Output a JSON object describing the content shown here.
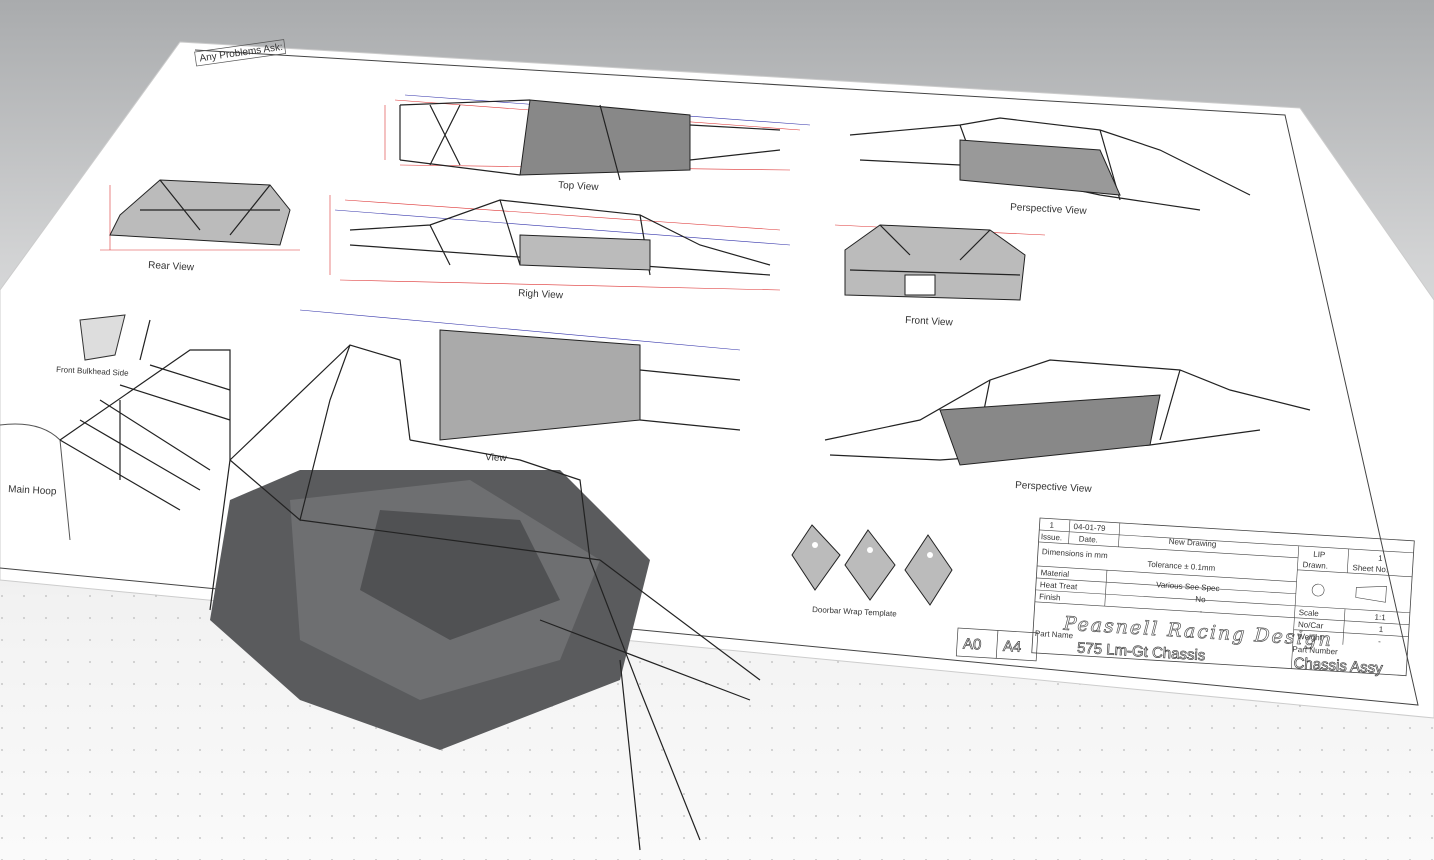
{
  "sheet": {
    "corner_note": "Any Problems Ask:",
    "views": {
      "top": "Top View",
      "rear": "Rear View",
      "right": "Righ View",
      "front": "Front View",
      "perspective_1": "Perspective View",
      "perspective_2": "Perspective View",
      "bulkhead": "Front Bulkhead Side",
      "main_hoop": "Main Hoop",
      "bottom": "View",
      "doorbar": "Doorbar Wrap Template"
    }
  },
  "title_block": {
    "issue_no": "1",
    "issue_label": "Issue.",
    "date": "04-01-79",
    "date_label": "Date.",
    "description": "New Drawing",
    "drawn_value": "LIP",
    "drawn_label": "Drawn.",
    "sheet_no": "1",
    "sheet_label": "Sheet No.",
    "dimensions": "Dimensions in mm",
    "tolerance": "Tolerance ± 0.1mm",
    "material_label": "Material",
    "heat_treat_label": "Heat Treat",
    "finish_label": "Finish",
    "material_value": "Various See Spec",
    "heat_treat_value": "No",
    "finish_value": "-",
    "scale_label": "Scale",
    "scale_value": "1:1",
    "nocar_label": "No/Car",
    "nocar_value": "1",
    "weight_label": "Weight",
    "weight_value": "-",
    "company": "Peasnell Racing Design",
    "size_a0": "A0",
    "size_a4": "A4",
    "part_name_label": "Part Name",
    "part_name": "575 Lm-Gt Chassis",
    "part_number_label": "Part Number",
    "part_number": "Chassis Assy"
  }
}
